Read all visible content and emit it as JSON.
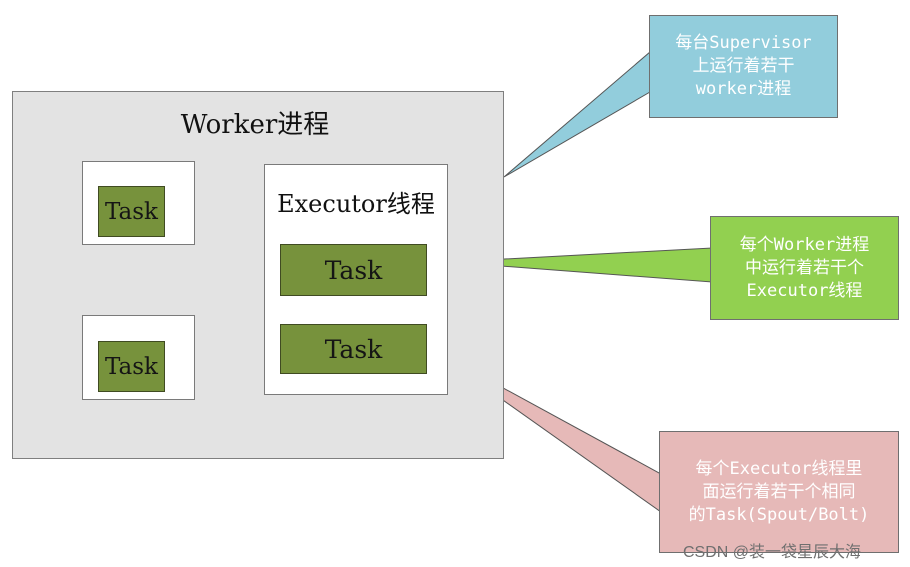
{
  "worker": {
    "title": "Worker进程"
  },
  "executor": {
    "title": "Executor线程"
  },
  "tasks": [
    "Task",
    "Task",
    "Task",
    "Task"
  ],
  "callouts": [
    {
      "text": "每台Supervisor\n上运行着若干\nworker进程",
      "color": "#92cddc"
    },
    {
      "text": "每个Worker进程\n中运行着若干个\nExecutor线程",
      "color": "#92d050"
    },
    {
      "text": "每个Executor线程里\n面运行着若干个相同\n的Task(Spout/Bolt)",
      "color": "#e6b9b8"
    }
  ],
  "colors": {
    "worker_bg": "#e3e3e3",
    "task_fill": "#77923c",
    "connector_green": "#92d050",
    "connector_blue": "#92cddc",
    "connector_pink": "#e6b9b8"
  },
  "watermark": "CSDN @装一袋星辰大海"
}
